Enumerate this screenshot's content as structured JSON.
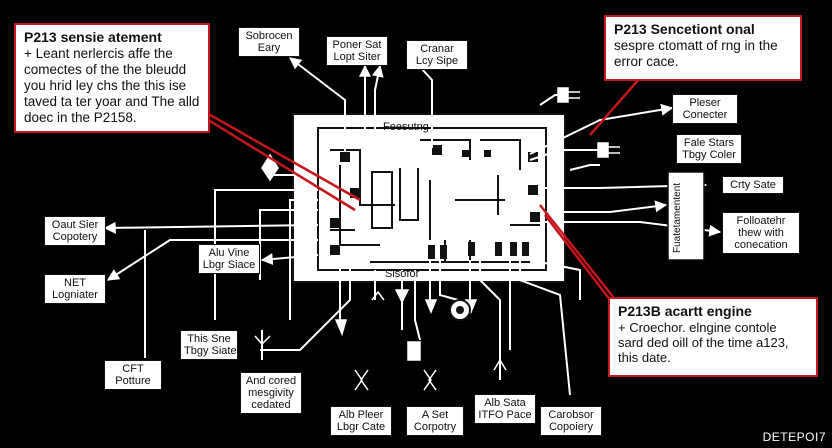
{
  "callouts": {
    "top_left": {
      "title": "P213 sensie atement",
      "lines": [
        "+ Leant nerlercis affe the",
        "comectes of the the bleudd",
        "you hrid ley chs the this ise",
        "taved ta ter yoar and The alld",
        "doec in the P2158."
      ]
    },
    "top_right": {
      "title": "P213 Sencetiont onal",
      "lines": [
        "sespre ctomatt of rng in the",
        "error cace."
      ]
    },
    "bottom_right": {
      "title": "P213B acartt engine",
      "lines": [
        "+ Croechor. elngine contole",
        "sard ded oill of the time a123,",
        "this date."
      ]
    }
  },
  "ecu": {
    "label": "Feesutng",
    "bottom_label": "Sisofor"
  },
  "components": {
    "sobrocen_eary": [
      "Sobrocen",
      "Eary"
    ],
    "poner_sat": [
      "Poner Sat",
      "Lopt Siter"
    ],
    "cranar_sipe": [
      "Cranar",
      "Lcy Sipe"
    ],
    "pleser_conecter": [
      "Pleser",
      "Conecter"
    ],
    "fale_stars": [
      "Fale Stars",
      "Tbgy Coler"
    ],
    "crty_sate": [
      "Crty Sate"
    ],
    "folloatehr": [
      "Folloatehr",
      "thew with",
      "conecation"
    ],
    "oaut_sier": [
      "Oaut Sier",
      "Copotery"
    ],
    "net_logniater": [
      "NET",
      "Logniater"
    ],
    "alu_vine": [
      "Alu Vine",
      "Lbgr Siace"
    ],
    "this_sne": [
      "This Sne",
      "Tbgy Siate"
    ],
    "cft_potture": [
      "CFT",
      "Potture"
    ],
    "and_cored": [
      "And cored",
      "mesgivity",
      "cedated"
    ],
    "alb_pleer": [
      "Alb Pleer",
      "Lbgr Cate"
    ],
    "a_set": [
      "A Set",
      "Corpotry"
    ],
    "alb_sata": [
      "Alb Sata",
      "ITFO Pace"
    ],
    "carobsor": [
      "Carobsor",
      "Copoiery"
    ]
  },
  "module_label": "Fuatetamentent",
  "watermark": "DETEPOI7",
  "colors": {
    "background": "#000000",
    "callout_border": "#c4161c",
    "pointer": "#c4161c"
  }
}
